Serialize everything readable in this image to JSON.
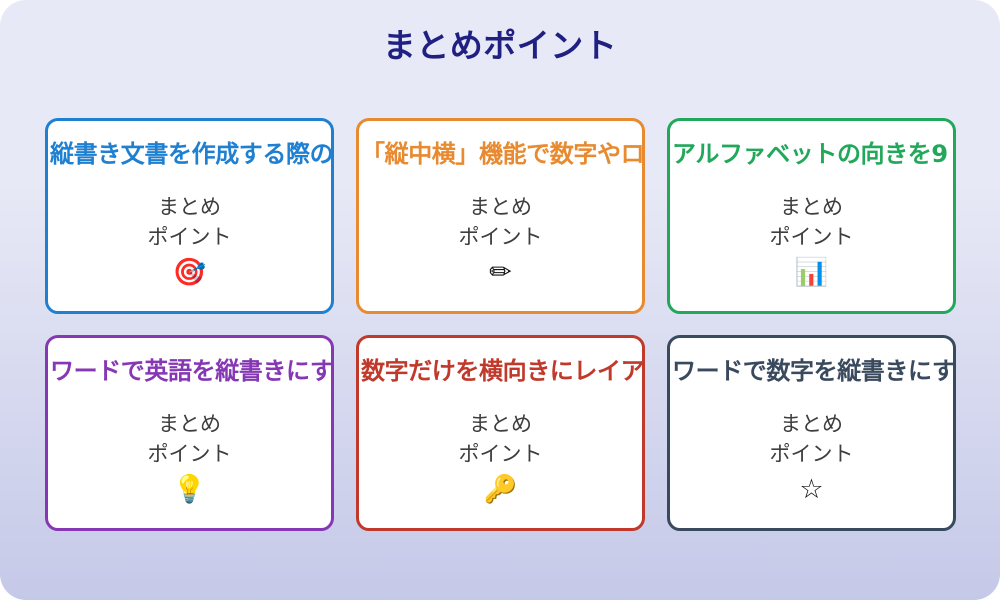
{
  "page": {
    "title": "まとめポイント",
    "title_color": "#202083",
    "background_top": "#e8e9f6",
    "background_bottom": "#c5c9e8",
    "body_text_color": "#3e3e3e",
    "icon_color": "#111111",
    "card_background": "#ffffff"
  },
  "cards": [
    {
      "title": "縦書き文書を作成する際の",
      "body": "まとめ\nポイント",
      "icon": "🎯",
      "icon_name": "dart-target-icon",
      "accent": "#1f80d2"
    },
    {
      "title": "「縦中横」機能で数字やロ",
      "body": "まとめ\nポイント",
      "icon": "✏",
      "icon_name": "pencil-icon",
      "accent": "#e78a30"
    },
    {
      "title": "アルファベットの向きを9",
      "body": "まとめ\nポイント",
      "icon": "📊",
      "icon_name": "bar-chart-icon",
      "accent": "#22a85a"
    },
    {
      "title": "ワードで英語を縦書きにす",
      "body": "まとめ\nポイント",
      "icon": "💡",
      "icon_name": "lightbulb-icon",
      "accent": "#8638b4"
    },
    {
      "title": "数字だけを横向きにレイア",
      "body": "まとめ\nポイント",
      "icon": "🔑",
      "icon_name": "key-icon",
      "accent": "#c0392b"
    },
    {
      "title": "ワードで数字を縦書きにす",
      "body": "まとめ\nポイント",
      "icon": "☆",
      "icon_name": "star-icon",
      "accent": "#3a4a5e"
    }
  ]
}
